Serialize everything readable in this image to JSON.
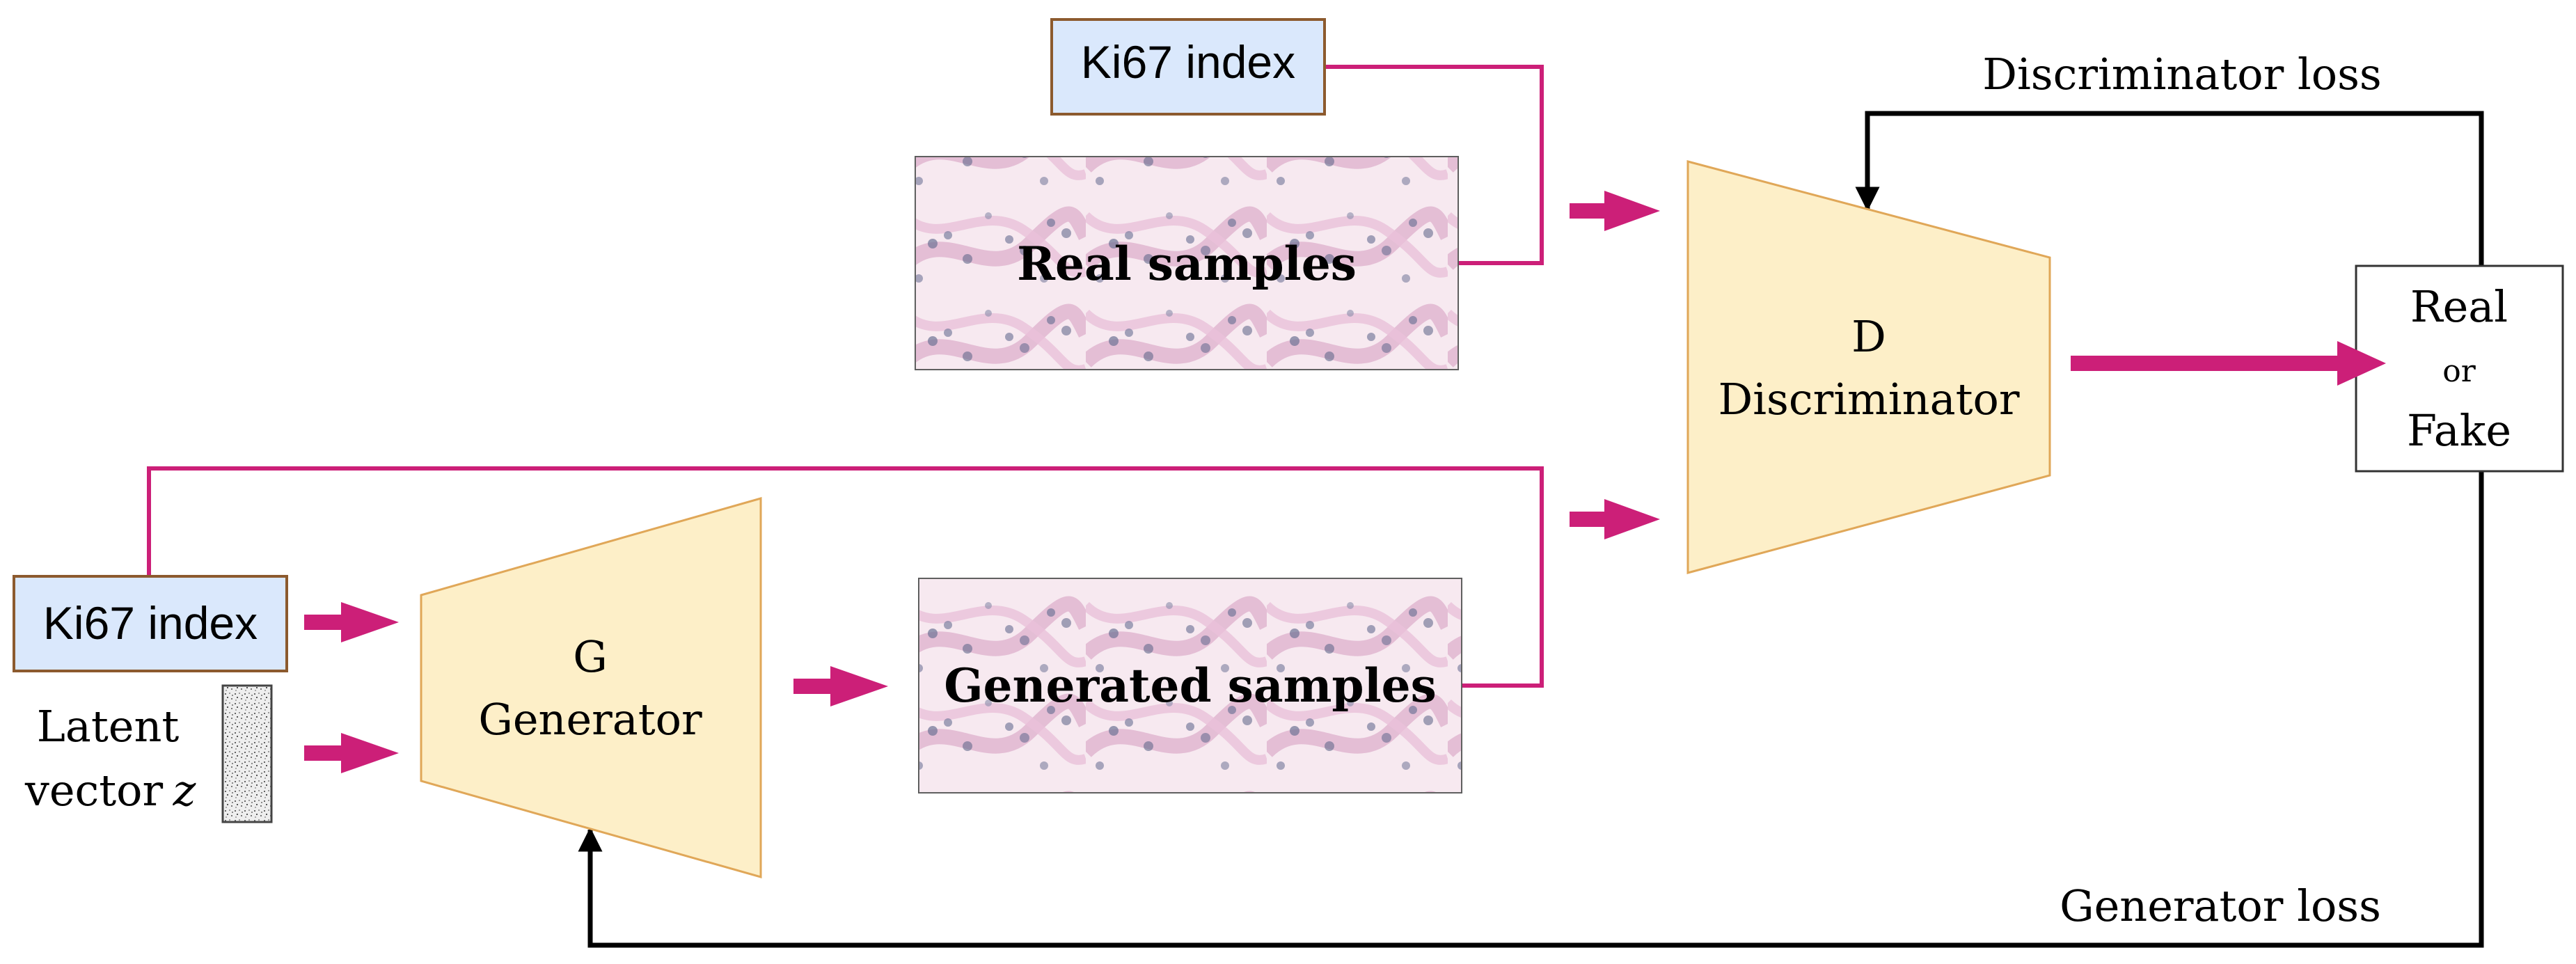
{
  "labels": {
    "ki67_top": "Ki67 index",
    "ki67_left": "Ki67 index",
    "real_samples": "Real samples",
    "generated_samples": "Generated samples",
    "generator_letter": "G",
    "generator_name": "Generator",
    "discriminator_letter": "D",
    "discriminator_name": "Discriminator",
    "latent_line1": "Latent",
    "latent_line2": "vector",
    "latent_var": "z",
    "output_real": "Real",
    "output_or": "or",
    "output_fake": "Fake",
    "discriminator_loss": "Discriminator loss",
    "generator_loss": "Generator loss"
  },
  "colors": {
    "accent": "#cc1f78",
    "trapezoid_fill": "#fdefc8",
    "trapezoid_stroke": "#e0a758",
    "ki67_fill": "#dae8fc",
    "ki67_stroke": "#8c5a2e",
    "loss_line": "#000000",
    "tissue_bg": "#f6e4ee"
  },
  "icons": {
    "arrow": "arrow-right-icon",
    "latent_noise": "noise-vector-icon",
    "tissue": "histology-image"
  }
}
